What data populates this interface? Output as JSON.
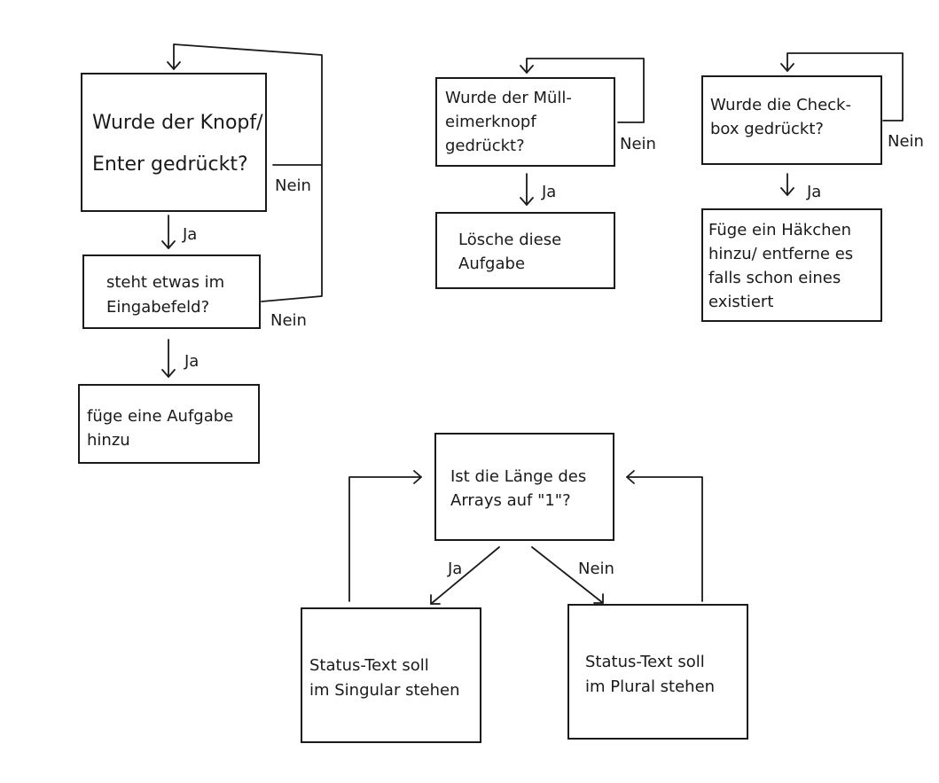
{
  "page": {
    "background": "#ffffff",
    "ink": "#1a1a1a"
  },
  "flow1": {
    "question": [
      "Wurde der Knopf/",
      "Enter gedrückt?"
    ],
    "check_input": [
      "steht etwas im",
      "Eingabefeld?"
    ],
    "action": [
      "füge eine Aufgabe",
      "hinzu"
    ],
    "yes1": "Ja",
    "no1": "Nein",
    "yes2": "Ja",
    "no2": "Nein"
  },
  "flow2": {
    "question": [
      "Wurde der Müll-",
      "eimerknopf",
      "gedrückt?"
    ],
    "action": [
      "Lösche diese",
      "Aufgabe"
    ],
    "yes": "Ja",
    "no": "Nein"
  },
  "flow3": {
    "question": [
      "Wurde die Check-",
      "box gedrückt?"
    ],
    "action": [
      "Füge ein Häkchen",
      "hinzu/ entferne es",
      "falls schon eines",
      "existiert"
    ],
    "yes": "Ja",
    "no": "Nein"
  },
  "flow4": {
    "question": [
      "Ist die Länge des",
      "Arrays auf \"1\"?"
    ],
    "singular": [
      "Status-Text soll",
      "im Singular stehen"
    ],
    "plural": [
      "Status-Text soll",
      "im Plural stehen"
    ],
    "yes": "Ja",
    "no": "Nein"
  }
}
